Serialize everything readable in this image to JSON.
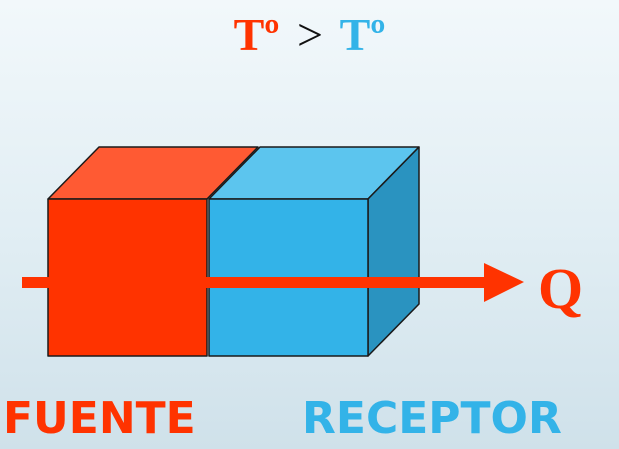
{
  "formula": {
    "left_term": "Tº",
    "operator": ">",
    "right_term": "Tº"
  },
  "heat_label": "Q",
  "labels": {
    "source": "FUENTE",
    "receiver": "RECEPTOR"
  },
  "colors": {
    "source": "#ff3300",
    "source_top": "#ff5a33",
    "receiver": "#33b3e8",
    "receiver_top": "#5cc5ee",
    "receiver_side": "#2a93c0",
    "arrow": "#ff3300",
    "outline": "#1a1a1a"
  }
}
